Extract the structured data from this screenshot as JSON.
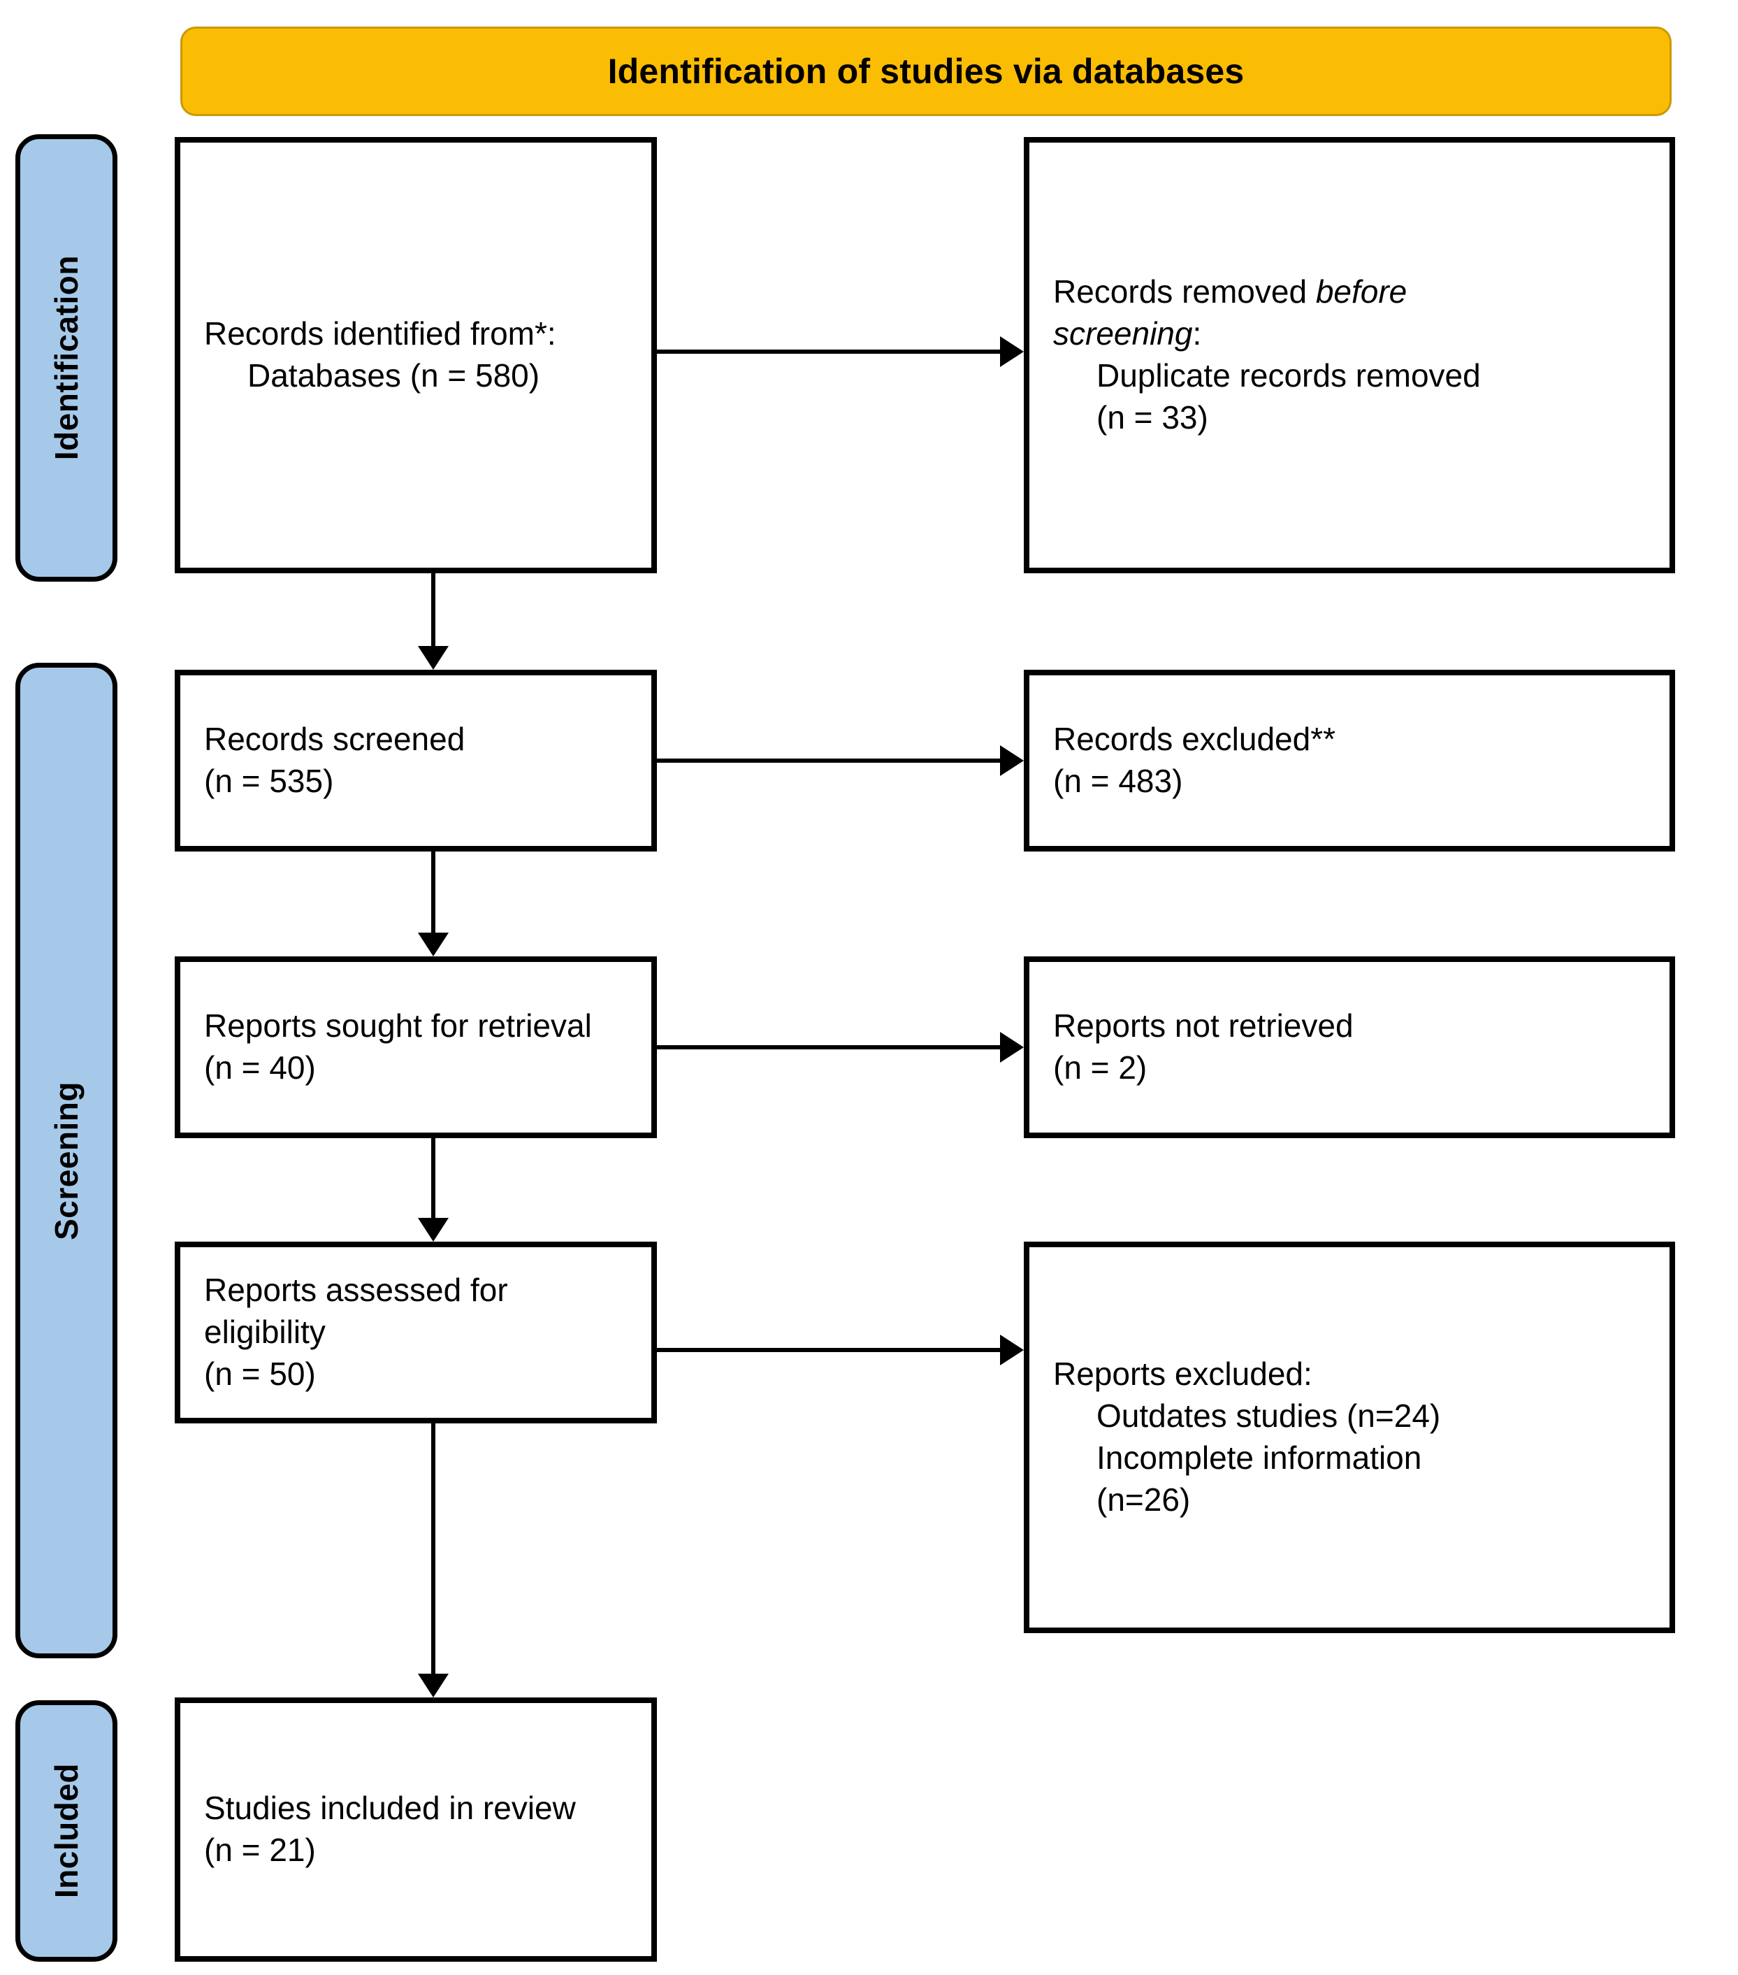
{
  "banner": {
    "title": "Identification of studies via databases",
    "background_color": "#fbbc04"
  },
  "phases": {
    "accent_color": "#a6c9e9",
    "identification": "Identification",
    "screening": "Screening",
    "included": "Included"
  },
  "nodes": {
    "identified": {
      "line1": "Records identified from*:",
      "line2": "Databases (n = 580)"
    },
    "removed": {
      "line1_prefix": "Records removed ",
      "line1_italic": "before",
      "line2_italic": "screening",
      "line2_suffix": ":",
      "line3": "Duplicate records removed",
      "line4": "(n = 33)"
    },
    "screened": {
      "line1": "Records screened",
      "line2": "(n = 535)"
    },
    "excluded": {
      "line1": "Records excluded**",
      "line2": "(n = 483)"
    },
    "sought": {
      "line1": "Reports sought for retrieval",
      "line2": "(n = 40)"
    },
    "not_retrieved": {
      "line1": "Reports not retrieved",
      "line2": "(n = 2)"
    },
    "assessed": {
      "line1": "Reports assessed for eligibility",
      "line2": "(n = 50)"
    },
    "reports_excluded": {
      "line1": "Reports excluded:",
      "line2": "Outdates studies (n=24)",
      "line3": "Incomplete information",
      "line4": "(n=26)"
    },
    "included": {
      "line1": "Studies included in review",
      "line2": "(n = 21)"
    }
  },
  "chart_data": {
    "type": "diagram",
    "title": "Identification of studies via databases",
    "flow": "PRISMA 2020 flow diagram",
    "stages": [
      {
        "phase": "Identification",
        "label": "Records identified from*: Databases",
        "n": 580
      },
      {
        "phase": "Identification",
        "label": "Duplicate records removed before screening",
        "n": 33
      },
      {
        "phase": "Screening",
        "label": "Records screened",
        "n": 535
      },
      {
        "phase": "Screening",
        "label": "Records excluded**",
        "n": 483
      },
      {
        "phase": "Screening",
        "label": "Reports sought for retrieval",
        "n": 40
      },
      {
        "phase": "Screening",
        "label": "Reports not retrieved",
        "n": 2
      },
      {
        "phase": "Screening",
        "label": "Reports assessed for eligibility",
        "n": 50
      },
      {
        "phase": "Screening",
        "label": "Reports excluded: Outdates studies",
        "n": 24
      },
      {
        "phase": "Screening",
        "label": "Reports excluded: Incomplete information",
        "n": 26
      },
      {
        "phase": "Included",
        "label": "Studies included in review",
        "n": 21
      }
    ]
  }
}
